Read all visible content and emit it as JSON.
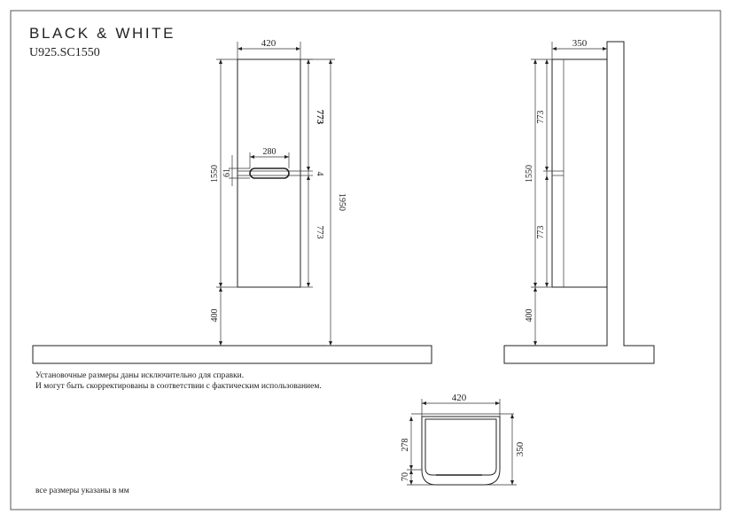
{
  "brand": "BLACK & WHITE",
  "model": "U925.SC1550",
  "notes": {
    "line1": "Установочные размеры даны исключительно для справки.",
    "line2": "И могут быть скорректированы в соответствии с фактическим использованием.",
    "units": "все размеры указаны в мм"
  },
  "front_view": {
    "width": "420",
    "top_door": "773",
    "gap": "4",
    "bottom_door": "773",
    "height": "1550",
    "total": "1950",
    "floor_offset": "400",
    "handle_width": "280",
    "handle_height": "61"
  },
  "side_view": {
    "depth": "350",
    "top_door": "773",
    "bottom_door": "773",
    "height": "1550",
    "floor_offset": "400"
  },
  "top_view": {
    "width": "420",
    "depth_body": "278",
    "depth_handle": "70",
    "depth_total": "350"
  }
}
